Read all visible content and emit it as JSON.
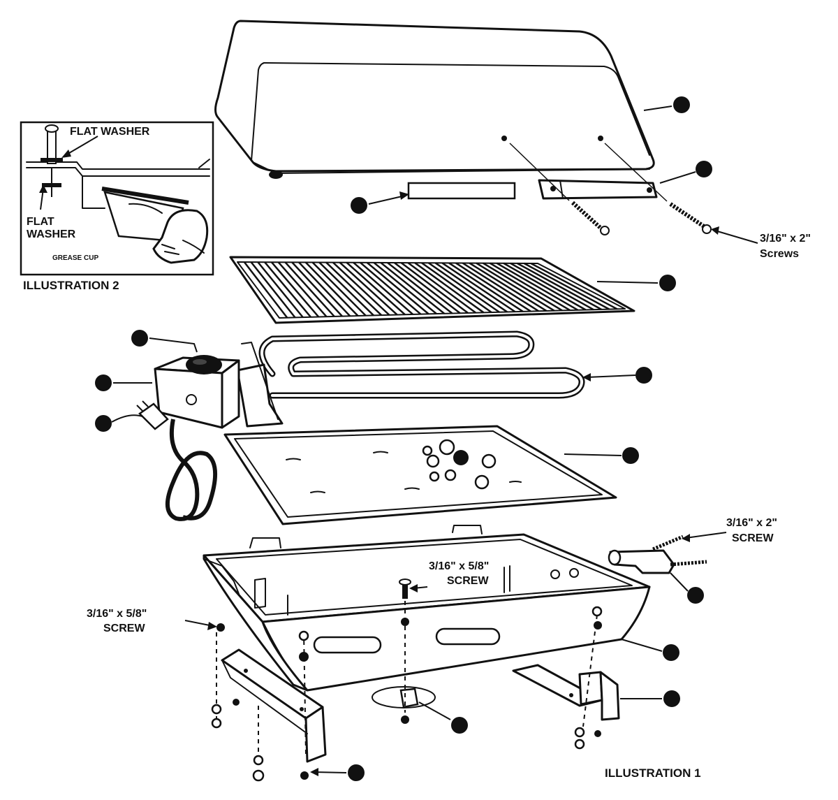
{
  "labels": {
    "screws_top_line1": "3/16\" x 2\"",
    "screws_top_line2": "Screws",
    "screw_right_line1": "3/16\" x 2\"",
    "screw_right_line2": "SCREW",
    "screw_center_line1": "3/16\" x 5/8\"",
    "screw_center_line2": "SCREW",
    "screw_left_line1": "3/16\" x 5/8\"",
    "screw_left_line2": "SCREW",
    "flat_washer_top": "FLAT WASHER",
    "flat_washer_left_line1": "FLAT",
    "flat_washer_left_line2": "WASHER",
    "grease_cup": "GREASE CUP",
    "illustration_2": "ILLUSTRATION 2",
    "illustration_1": "ILLUSTRATION 1"
  },
  "callout_color": "#111111"
}
